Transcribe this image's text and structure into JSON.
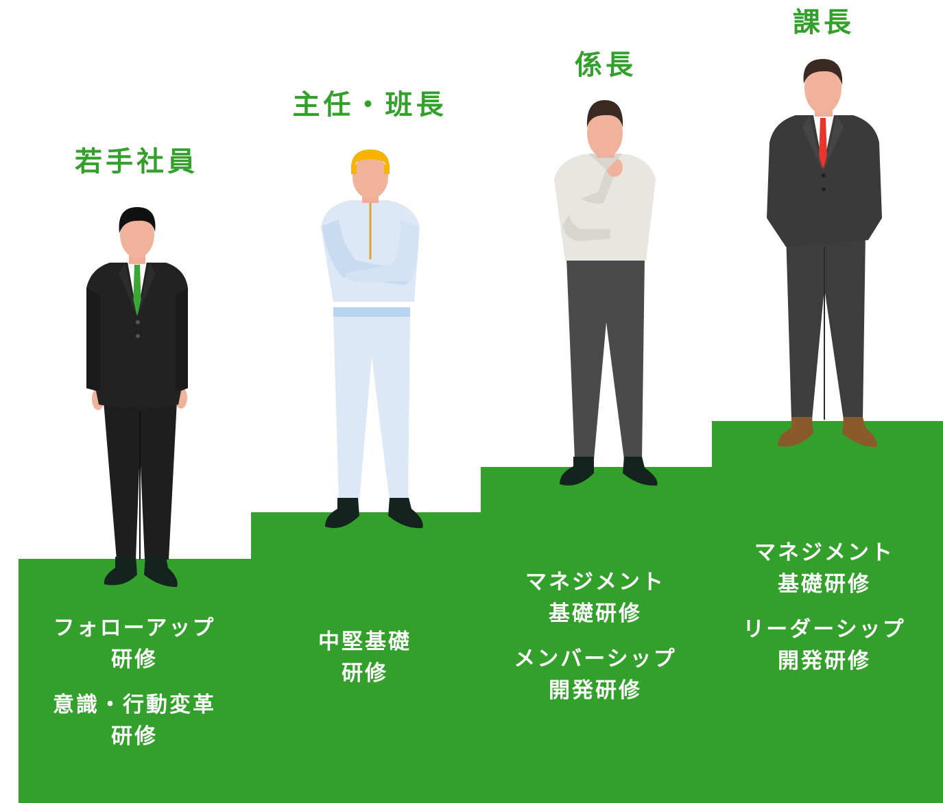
{
  "levels": [
    {
      "role": "若手社員",
      "trainings": [
        [
          "フォローアップ",
          "研修"
        ],
        [
          "意識・行動変革",
          "研修"
        ]
      ]
    },
    {
      "role": "主任・班長",
      "trainings": [
        [
          "中堅基礎",
          "研修"
        ]
      ]
    },
    {
      "role": "係長",
      "trainings": [
        [
          "マネジメント",
          "基礎研修"
        ],
        [
          "メンバーシップ",
          "開発研修"
        ]
      ]
    },
    {
      "role": "課長",
      "trainings": [
        [
          "マネジメント",
          "基礎研修"
        ],
        [
          "リーダーシップ",
          "開発研修"
        ]
      ]
    }
  ],
  "colors": {
    "step_green": "#33a02c",
    "role_text": "#33a02c",
    "training_text": "#ffffff"
  },
  "figures": [
    {
      "icon": "young-employee-suit-green-tie-icon"
    },
    {
      "icon": "supervisor-helmet-white-uniform-icon"
    },
    {
      "icon": "chief-sweater-thinking-icon"
    },
    {
      "icon": "section-manager-suit-red-tie-icon"
    }
  ]
}
